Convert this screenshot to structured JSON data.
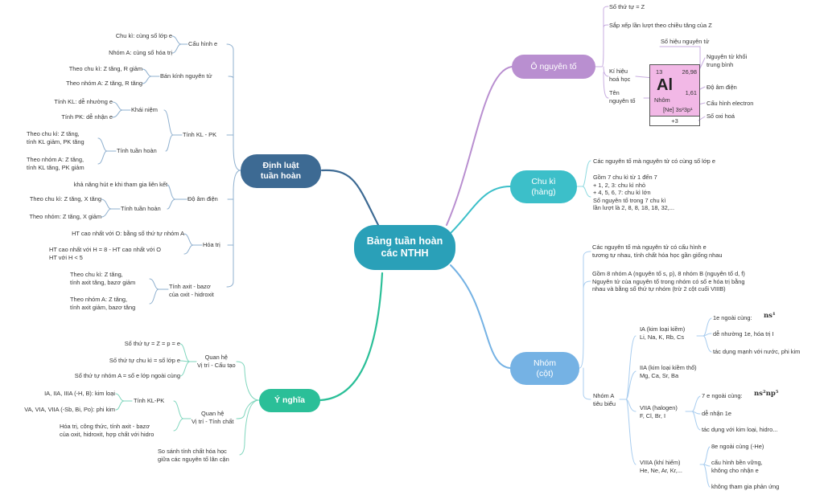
{
  "colors": {
    "center": "#2aa0b8",
    "law": "#3d6a93",
    "cell": "#b98fd0",
    "period": "#3cbfc9",
    "group": "#75b2e4",
    "meaning": "#2bbf98"
  },
  "center": {
    "label": "Bảng tuần hoàn\ncác NTHH"
  },
  "nodes": {
    "law": "Định luật\ntuần hoàn",
    "cell": "Ô nguyên tố",
    "period": "Chu kì\n(hàng)",
    "group": "Nhóm\n(cột)",
    "meaning": "Ý nghĩa"
  },
  "law": {
    "config": {
      "label": "Cấu hình e",
      "items": [
        "Chu kì: cùng số lớp e",
        "Nhóm A: cùng số  hóa trị"
      ]
    },
    "radius": {
      "label": "Bán kính nguyên tử",
      "items": [
        "Theo chu kì: Z tăng, R giảm",
        "Theo nhóm A: Z tăng, R tăng"
      ]
    },
    "metal": {
      "label": "Tính KL - PK",
      "concept": {
        "label": "Khái niệm",
        "items": [
          "Tính KL: dễ nhường e",
          "Tính PK: dễ nhận e"
        ]
      },
      "trend": {
        "label": "Tính tuần hoàn",
        "items": [
          "Theo chu kì: Z tăng,\ntính KL giảm, PK tăng",
          "Theo nhóm A: Z tăng,\ntính KL tăng, PK giảm"
        ]
      }
    },
    "en": {
      "label": "Độ âm điện",
      "def": "khả năng hút e khi tham gia liên kết",
      "trend": {
        "label": "Tính tuần hoàn",
        "items": [
          "Theo chu kì: Z tăng, X tăng",
          "Theo nhóm: Z tăng, X giảm"
        ]
      }
    },
    "valence": {
      "label": "Hóa trị",
      "items": [
        "HT cao nhất với O: bằng số thứ tự nhóm A",
        "HT cao nhất với H = 8 - HT cao nhất với O\nHT với H < 5"
      ]
    },
    "acid": {
      "label": "Tính axit - bazơ\ncủa oxit - hidroxit",
      "items": [
        "Theo chu kì: Z tăng,\ntính axit tăng, bazơ giảm",
        "Theo nhóm A: Z tăng,\ntính axit giảm, bazơ tăng"
      ]
    }
  },
  "meaning": {
    "pos": {
      "label": "Quan hệ\nVị trí - Cấu tạo",
      "items": [
        "Số thứ tự = Z = p = e",
        "Số thứ tự chu kì = số lớp e",
        "Số thứ tự nhóm A = số e lớp ngoài cùng"
      ]
    },
    "prop": {
      "label": "Quan hệ\nVị trí - Tính chất",
      "klpk": {
        "label": "Tính KL-PK",
        "items": [
          "IA, IIA, IIIA (-H, B): kim loại",
          "VA, VIA, VIIA (-Sb, Bi, Po): phi kim"
        ]
      },
      "other": "Hóa trị, công thức, tính axit - bazơ\ncủa oxit, hidroxit, hợp chất với hidro"
    },
    "compare": "So sánh tính chất hóa học\ngiữa các nguyên tố lân cận"
  },
  "cell": {
    "items": [
      "Số thứ tự = Z",
      "Sắp xếp lần lượt theo chiều tăng của Z"
    ],
    "symbol_label": "Kí hiệu\nhoá học",
    "name_label": "Tên\nnguyên tố",
    "right_labels": [
      "Số hiệu nguyên tử",
      "Nguyên tử khối\ntrung bình",
      "Độ âm điện",
      "Cấu hình electron",
      "Số oxi hoá"
    ],
    "element": {
      "z": "13",
      "mass": "26,98",
      "symbol": "Al",
      "en": "1,61",
      "name": "Nhôm",
      "config": "[Ne] 3s²3p¹",
      "ox": "+3"
    }
  },
  "period": {
    "items": [
      "Các nguyên tố mà nguyên tử có cùng số lớp e",
      "Gồm 7 chu kì từ 1 đến 7\n+ 1, 2, 3: chu kì nhỏ\n+ 4, 5, 6, 7: chu kì lớn\nSố nguyên tố trong 7 chu kì\nlần lượt là 2, 8, 8, 18, 18, 32,..."
    ]
  },
  "group": {
    "items": [
      "Các nguyên tố mà nguyên tử có cấu hình e\ntương tự nhau, tính chất hóa học gần giống nhau",
      "Gồm 8 nhóm A (nguyên tố s, p), 8 nhóm B (nguyên tố d, f)\nNguyên tử của nguyên tố trong nhóm có số e hóa trị bằng\nnhau và bằng số thứ tự nhóm (trừ 2 cột cuối VIIIB)"
    ],
    "typical": "Nhóm A\ntiêu biểu",
    "ia": {
      "label": "IA (kim loại kiềm)\nLi, Na, K, Rb, Cs",
      "items": [
        "1e ngoài cùng:",
        "dễ nhường 1e, hóa trị I",
        "tác dụng mạnh với nước, phi kim"
      ],
      "formula": "ns¹"
    },
    "iia": {
      "label": "IIA (kim loại kiềm thổ)\nMg, Ca, Sr, Ba"
    },
    "viia": {
      "label": "VIIA (halogen)\nF, Cl, Br, I",
      "items": [
        "7 e ngoài cùng:",
        "dễ nhận 1e",
        "tác dụng với kim loại, hidro..."
      ],
      "formula": "ns²np⁵"
    },
    "viiia": {
      "label": "VIIIA (khí hiếm)\nHe, Ne, Ar, Kr,...",
      "items": [
        "8e ngoài cùng (-He)",
        "cấu hình bền vững,\nkhông cho nhận e",
        "không tham gia phản ứng"
      ]
    }
  }
}
